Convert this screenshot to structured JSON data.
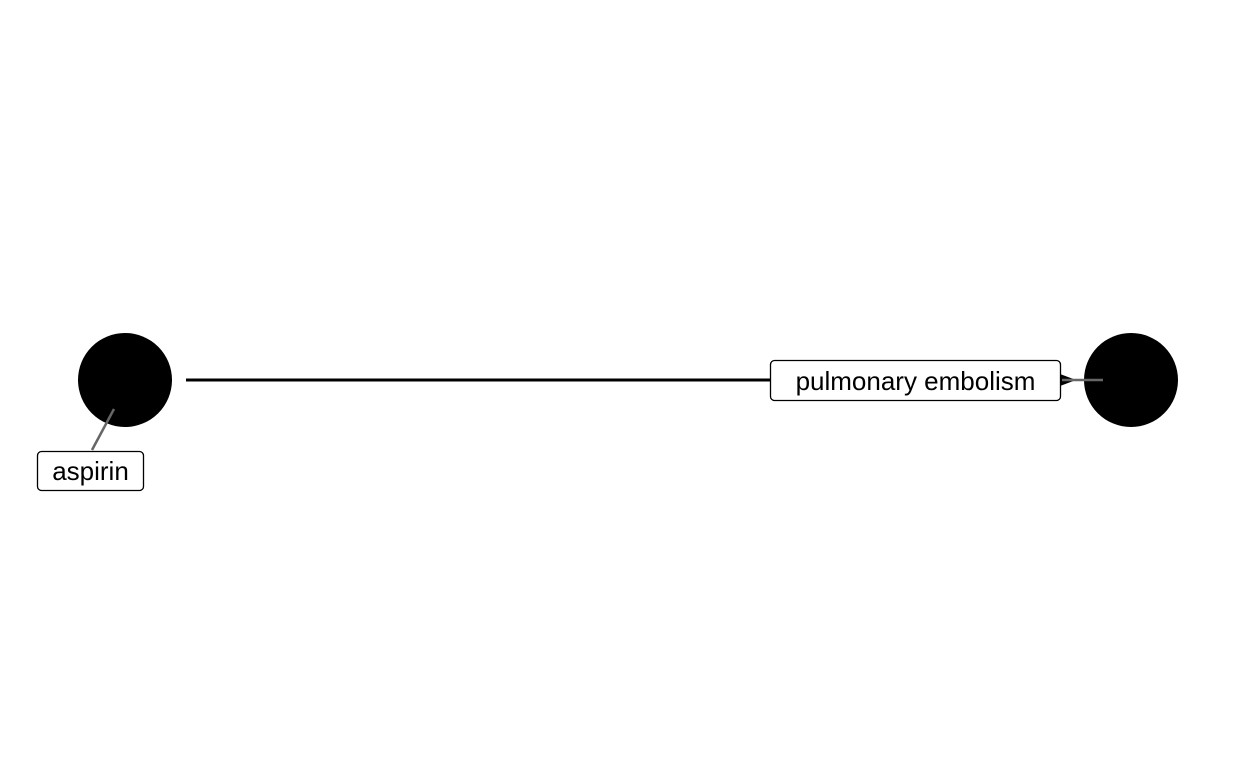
{
  "graph": {
    "nodes": [
      {
        "id": "aspirin",
        "label": "aspirin"
      },
      {
        "id": "pulmonary_embolism",
        "label": "pulmonary embolism"
      }
    ],
    "edges": [
      {
        "from": "aspirin",
        "to": "pulmonary_embolism",
        "directed": true
      }
    ]
  },
  "colors": {
    "node": "#000000",
    "edge": "#000000",
    "leader": "#666666",
    "label_border": "#000000",
    "label_fill": "#ffffff"
  }
}
